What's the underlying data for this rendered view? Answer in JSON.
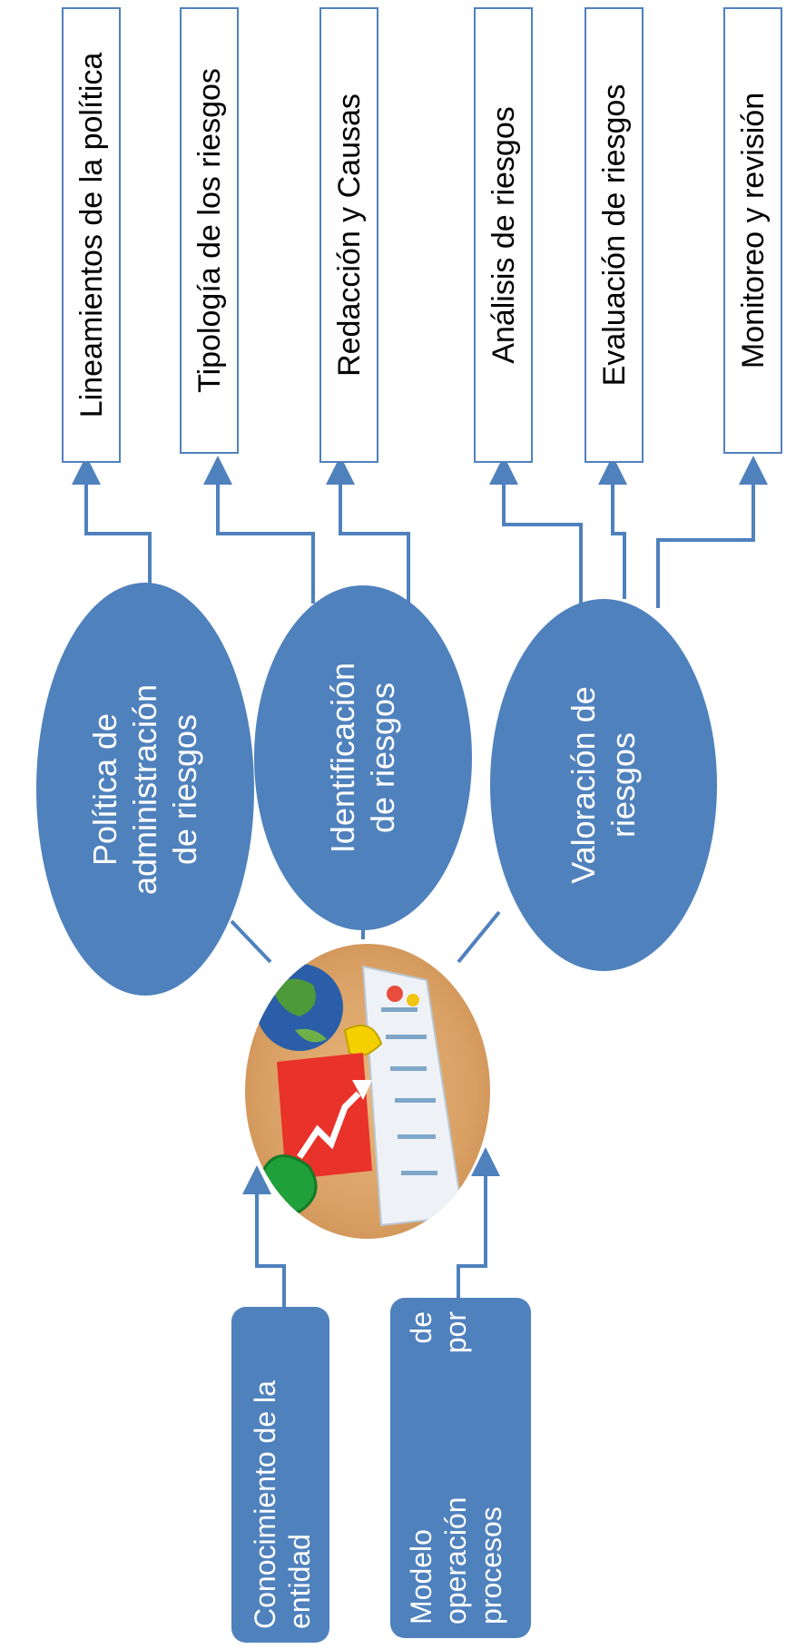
{
  "steps": [
    {
      "label": "Lineamientos de la política"
    },
    {
      "label": "Tipología de los riesgos"
    },
    {
      "label": "Redacción y Causas"
    },
    {
      "label": "Análisis de riesgos"
    },
    {
      "label": "Evaluación de riesgos"
    },
    {
      "label": "Monitoreo y revisión"
    }
  ],
  "stages": [
    {
      "line1": "Política de",
      "line2": "administración",
      "line3": "de riesgos"
    },
    {
      "line1": "Identificación",
      "line2": "de riesgos"
    },
    {
      "line1": "Valoración de",
      "line2": "riesgos"
    }
  ],
  "inputs": [
    {
      "line1": "Conocimiento de la",
      "line2": "entidad"
    },
    {
      "line1a": "Modelo",
      "line1b": "de",
      "line2a": "operación",
      "line2b": "por",
      "line3": "procesos"
    }
  ],
  "colors": {
    "accent": "#4f81bd",
    "box_border": "#4f81bd"
  }
}
